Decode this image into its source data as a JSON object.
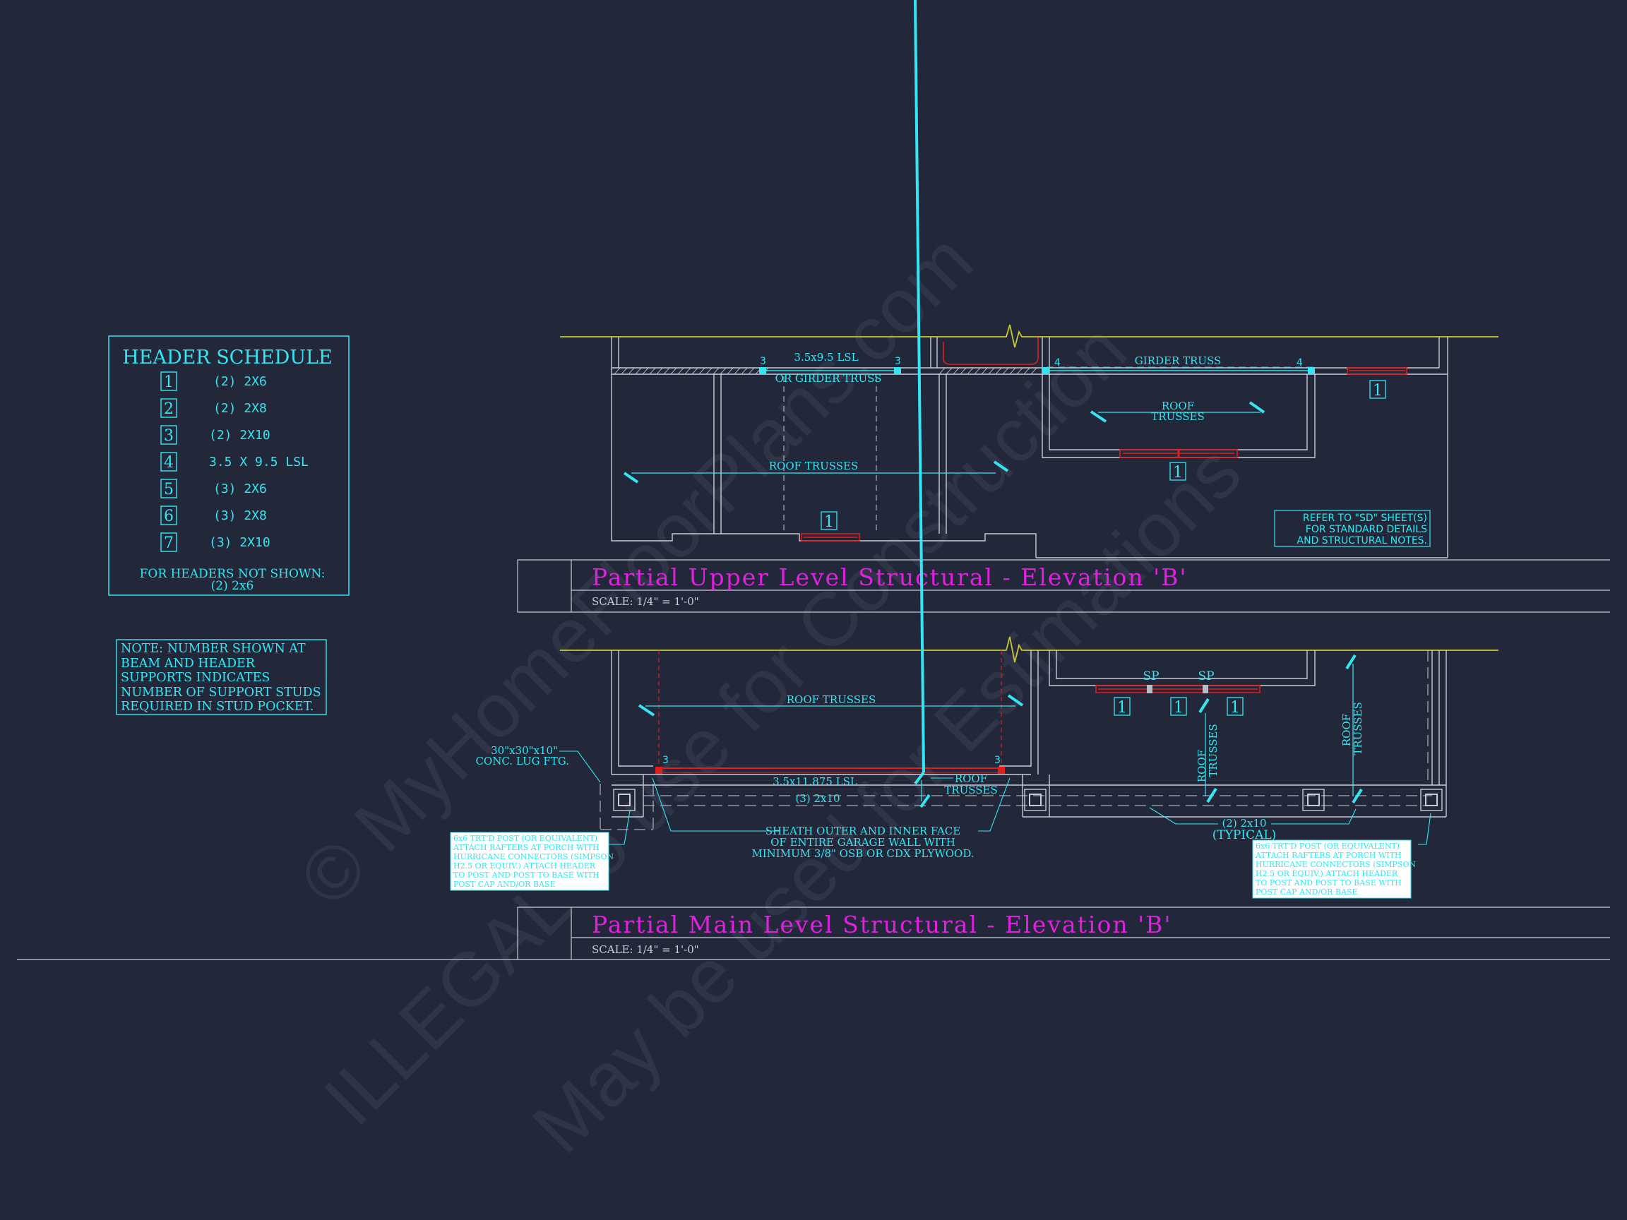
{
  "colors": {
    "background": "#222839",
    "cyan": "#33e6f2",
    "gray": "#c9ccd4",
    "yellow": "#c8c832",
    "red": "#e01e1e",
    "magenta": "#e020e0",
    "white_box": "#ffffff",
    "watermark": "#3a4052"
  },
  "header_schedule": {
    "title": "HEADER SCHEDULE",
    "rows": [
      {
        "num": "1",
        "size": "(2) 2X6"
      },
      {
        "num": "2",
        "size": "(2) 2X8"
      },
      {
        "num": "3",
        "size": "(2) 2X10"
      },
      {
        "num": "4",
        "size": "3.5 X 9.5 LSL"
      },
      {
        "num": "5",
        "size": "(3) 2X6"
      },
      {
        "num": "6",
        "size": "(3) 2X8"
      },
      {
        "num": "7",
        "size": "(3) 2X10"
      }
    ],
    "footer_line1": "FOR HEADERS NOT SHOWN:",
    "footer_line2": "(2) 2x6"
  },
  "support_note": {
    "lines": [
      "NOTE: NUMBER SHOWN AT",
      "BEAM AND HEADER",
      "SUPPORTS INDICATES",
      "NUMBER OF SUPPORT STUDS",
      "REQUIRED IN STUD POCKET."
    ]
  },
  "upper": {
    "title": "Partial Upper Level Structural - Elevation 'B'",
    "scale": "SCALE: 1/4\" = 1'-0\"",
    "beam_label": "3.5x9.5 LSL",
    "beam_label2": "OR GIRDER TRUSS",
    "girder_truss": "GIRDER TRUSS",
    "roof_trusses_right": [
      "ROOF",
      "TRUSSES"
    ],
    "roof_trusses_left": "ROOF TRUSSES",
    "support_3": "3",
    "support_4": "4",
    "tag_1": "1",
    "refer_note": [
      "REFER TO \"SD\" SHEET(S)",
      "FOR STANDARD DETAILS",
      "AND STRUCTURAL NOTES."
    ]
  },
  "main": {
    "title": "Partial Main Level Structural - Elevation 'B'",
    "scale": "SCALE: 1/4\" = 1'-0\"",
    "roof_trusses_top": "ROOF TRUSSES",
    "footing": [
      "30\"x30\"x10\"",
      "CONC. LUG FTG."
    ],
    "beam_label": "3.5x11.875 LSL",
    "beam_label2": "(3) 2x10",
    "roof_trusses_mid": [
      "ROOF",
      "TRUSSES"
    ],
    "sheath_note": [
      "SHEATH OUTER AND INNER FACE",
      "OF ENTIRE GARAGE WALL WITH",
      "MINIMUM 3/8\" OSB OR CDX PLYWOOD."
    ],
    "header_typical": [
      "(2) 2x10",
      "(TYPICAL)"
    ],
    "sp": "SP",
    "tag_1": "1",
    "support_3": "3",
    "roof_trusses_v": [
      "ROOF",
      "TRUSSES"
    ],
    "post_note": [
      "6x6 TRT'D POST (OR EQUIVALENT)",
      "ATTACH RAFTERS AT PORCH WITH",
      "HURRICANE CONNECTORS (SIMPSON",
      "H2.5 OR EQUIV.) ATTACH HEADER",
      "TO POST AND POST TO BASE WITH",
      "POST CAP AND/OR BASE"
    ]
  },
  "watermark": [
    "© MyHomeFloorPlans.com",
    "ILLEGAL to use for Construction",
    "May be used for Estimations"
  ]
}
